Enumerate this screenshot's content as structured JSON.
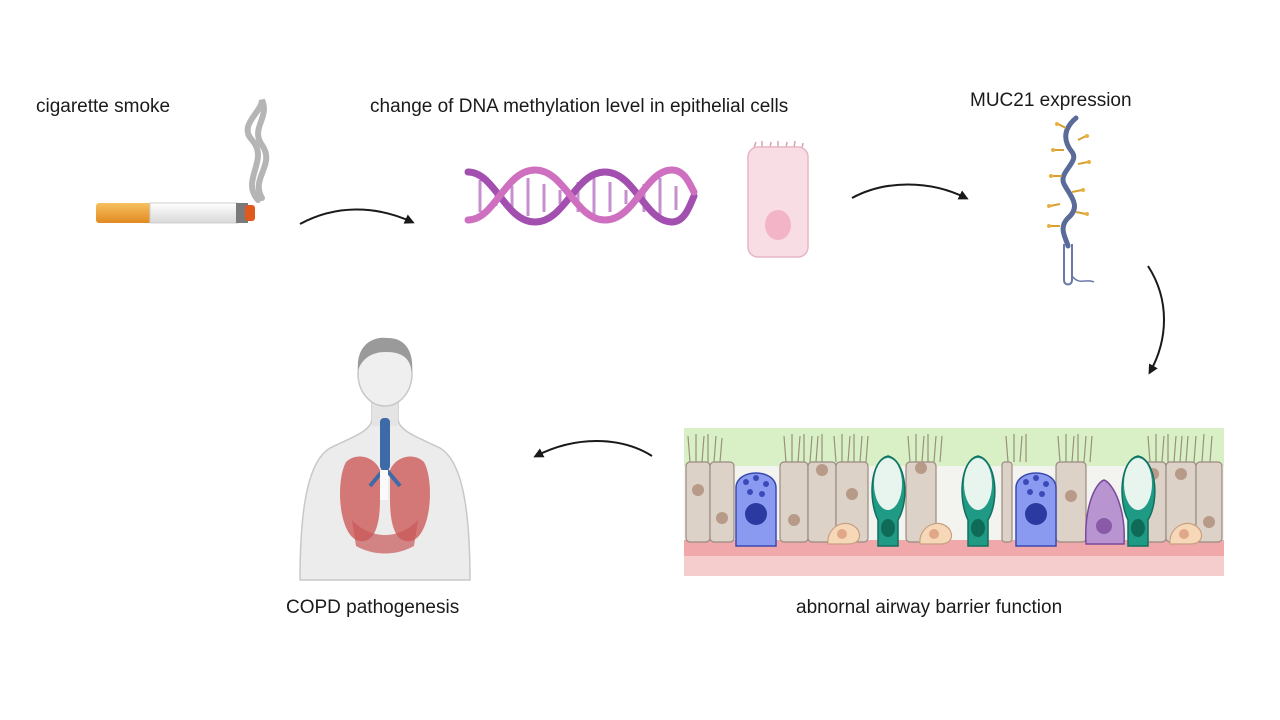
{
  "steps": {
    "smoke": {
      "label": "cigarette smoke"
    },
    "methylation": {
      "label": "change of DNA methylation level in epithelial cells"
    },
    "muc21": {
      "label": "MUC21 expression"
    },
    "airway": {
      "label": "abnornal airway barrier function"
    },
    "copd": {
      "label": "COPD pathogenesis"
    }
  },
  "colors": {
    "arrow": "#1a1a1a",
    "cigarette_filter": "#f0a030",
    "dna_strand": "#b05cb8",
    "epithelial_cell": "#f7d6df",
    "mucin_backbone": "#4a5a8a",
    "mucus_layer": "#d9f0c4",
    "goblet_cell": "#2a9a86",
    "club_cell": "#5a6ed0",
    "lung": "#d46a6a",
    "trachea": "#4a6fa5"
  }
}
